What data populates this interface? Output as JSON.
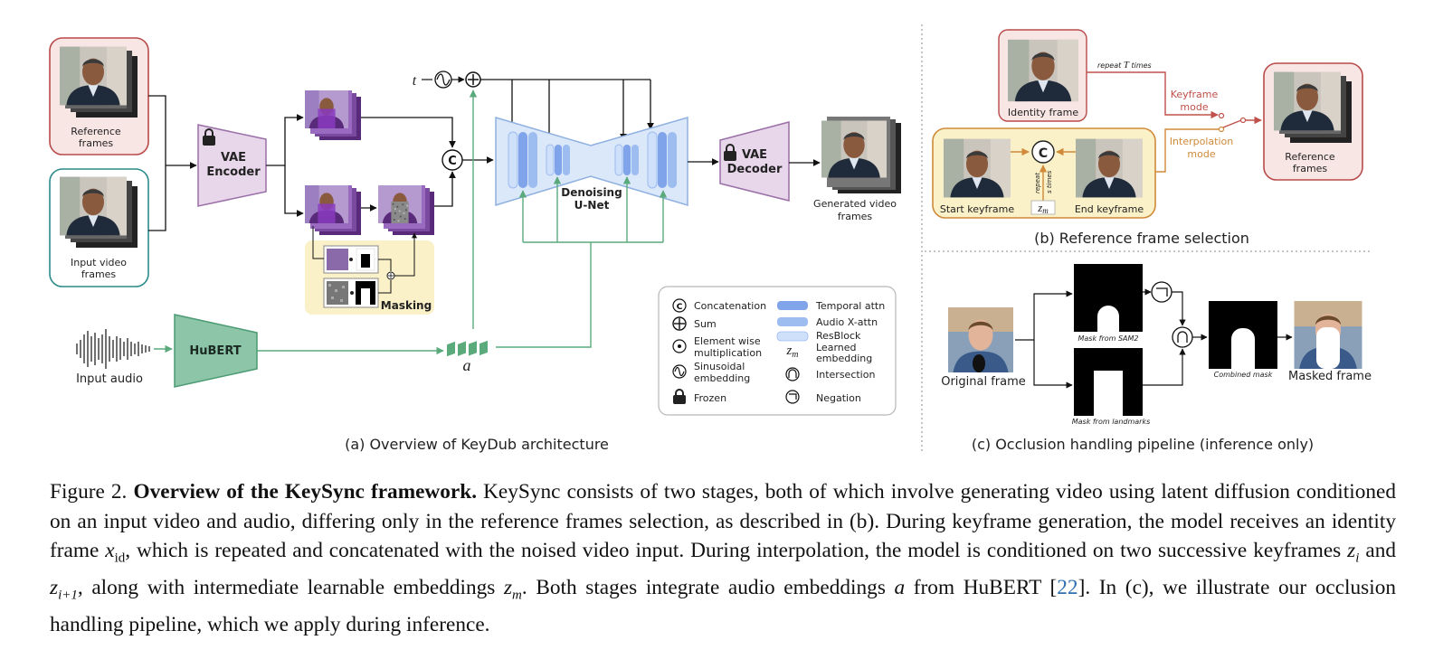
{
  "panel_a": {
    "reference_frames": "Reference frames",
    "input_video_frames": "Input video frames",
    "vae_encoder": "VAE Encoder",
    "vae_decoder": "VAE Decoder",
    "t_label": "t",
    "masking": "Masking",
    "unet": "Denoising U-Net",
    "generated_video_frames": "Generated video frames",
    "hubert": "HuBERT",
    "input_audio": "Input audio",
    "a_label": "a",
    "caption": "(a) Overview of KeyDub architecture",
    "concat_symbol": "C"
  },
  "legend": {
    "left": [
      {
        "icon": "concat",
        "label": "Concatenation"
      },
      {
        "icon": "sum",
        "label": "Sum"
      },
      {
        "icon": "elementwise",
        "label": "Element wise multiplication"
      },
      {
        "icon": "sinusoidal",
        "label": "Sinusoidal embedding"
      },
      {
        "icon": "lock",
        "label": "Frozen"
      }
    ],
    "right": [
      {
        "icon": "temporal",
        "label": "Temporal attn",
        "color": "#7fa4ea"
      },
      {
        "icon": "audio",
        "label": "Audio X-attn",
        "color": "#9dbcf0"
      },
      {
        "icon": "resblock",
        "label": "ResBlock",
        "color": "#cfe0fa"
      },
      {
        "icon": "zm",
        "label": "Learned embedding"
      },
      {
        "icon": "intersection",
        "label": "Intersection"
      },
      {
        "icon": "negation",
        "label": "Negation"
      }
    ]
  },
  "panel_b": {
    "identity_frame": "Identity frame",
    "repeat_T_times": "repeat T times",
    "keyframe_mode": "Keyframe mode",
    "interpolation_mode": "Interpolation mode",
    "reference_frames": "Reference frames",
    "start_keyframe": "Start keyframe",
    "end_keyframe": "End keyframe",
    "repeat_s_times": "repeat s times",
    "zm": "zm",
    "caption": "(b) Reference frame selection"
  },
  "panel_c": {
    "original_frame": "Original frame",
    "mask_from_sam2": "Mask from SAM2",
    "mask_from_landmarks": "Mask from landmarks",
    "combined_mask": "Combined mask",
    "masked_frame": "Masked frame",
    "caption": "(c) Occlusion handling pipeline (inference only)"
  },
  "caption": {
    "label": "Figure 2.",
    "title": "Overview of the KeySync framework.",
    "s1": " KeySync consists of two stages, both of which involve generating video using latent diffusion conditioned on an input video and audio, differing only in the reference frames selection, as described in (b). During keyframe generation, the model receives an identity frame ",
    "m1": "x",
    "m1sub": "id",
    "s2": ", which is repeated and concatenated with the noised video input. During interpolation, the model is conditioned on two successive keyframes ",
    "m2": "z",
    "m2sub": "i",
    "s3": " and ",
    "m3": "z",
    "m3sub": "i+1",
    "s4": ", along with intermediate learnable embeddings ",
    "m4": "z",
    "m4sub": "m",
    "s5": ". Both stages integrate audio embeddings ",
    "m5": "a",
    "s6": " from HuBERT [",
    "ref": "22",
    "s7": "]. In (c), we illustrate our occlusion handling pipeline, which we apply during inference."
  },
  "colors": {
    "vae": "#e8d6ea",
    "vae_stroke": "#9a6fa8",
    "hubert": "#8cc5a8",
    "hubert_stroke": "#4a9a72",
    "unet": "#dbe8fa",
    "unet_stroke": "#8fb0e0",
    "ref_border": "#b84a4a",
    "ref_fill": "#f8e6e4",
    "input_border": "#2a8a8a",
    "masking_fill": "#fbf1c8",
    "keyframe_orange": "#d08a3a",
    "keyframe_red": "#c0504a",
    "green_line": "#5aaa7c"
  }
}
